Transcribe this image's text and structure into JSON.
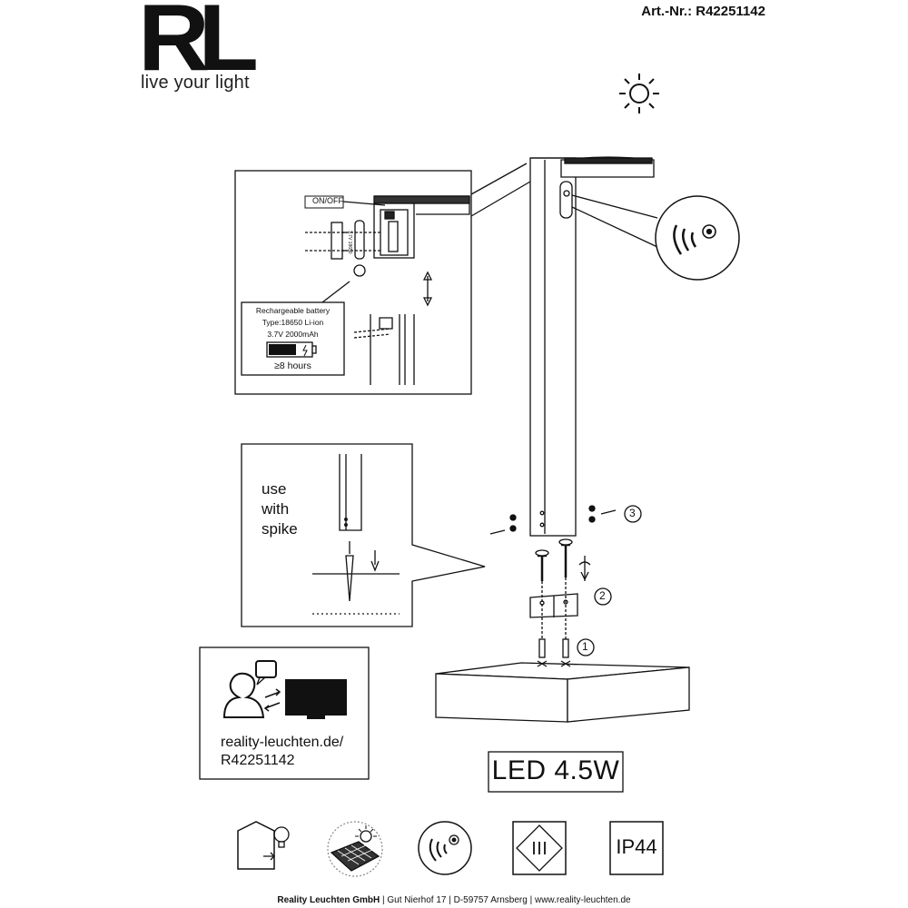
{
  "header": {
    "brand_mark": "RL",
    "tagline": "live your light",
    "article_number": "Art.-Nr.: R42251142"
  },
  "battery_detail": {
    "switch_label": "ON/OFF",
    "cell_print": "3.7V 18650",
    "battery_title": "Rechargeable battery",
    "battery_type": "Type:18650 Li-ion",
    "battery_capacity": "3.7V 2000mAh",
    "runtime": "≥8 hours"
  },
  "spike_detail": {
    "line1": "use",
    "line2": "with",
    "line3": "spike"
  },
  "steps": {
    "step1": "1",
    "step2": "2",
    "step3": "3"
  },
  "support": {
    "url_line1": "reality-leuchten.de/",
    "url_line2": "R42251142"
  },
  "power": {
    "led_rating": "LED 4.5W"
  },
  "ratings": {
    "ip_rating": "IP44"
  },
  "footer": {
    "company": "Reality Leuchten GmbH",
    "address": "Gut Nierhof 17",
    "city": "D-59757 Arnsberg",
    "website": "www.reality-leuchten.de"
  },
  "icons": [
    "sun-icon",
    "motion-sensor-icon",
    "switch-icon",
    "rotate-icon",
    "help-person-icon",
    "monitor-icon",
    "house-light-icon",
    "solar-panel-icon",
    "protection-class-icon"
  ]
}
